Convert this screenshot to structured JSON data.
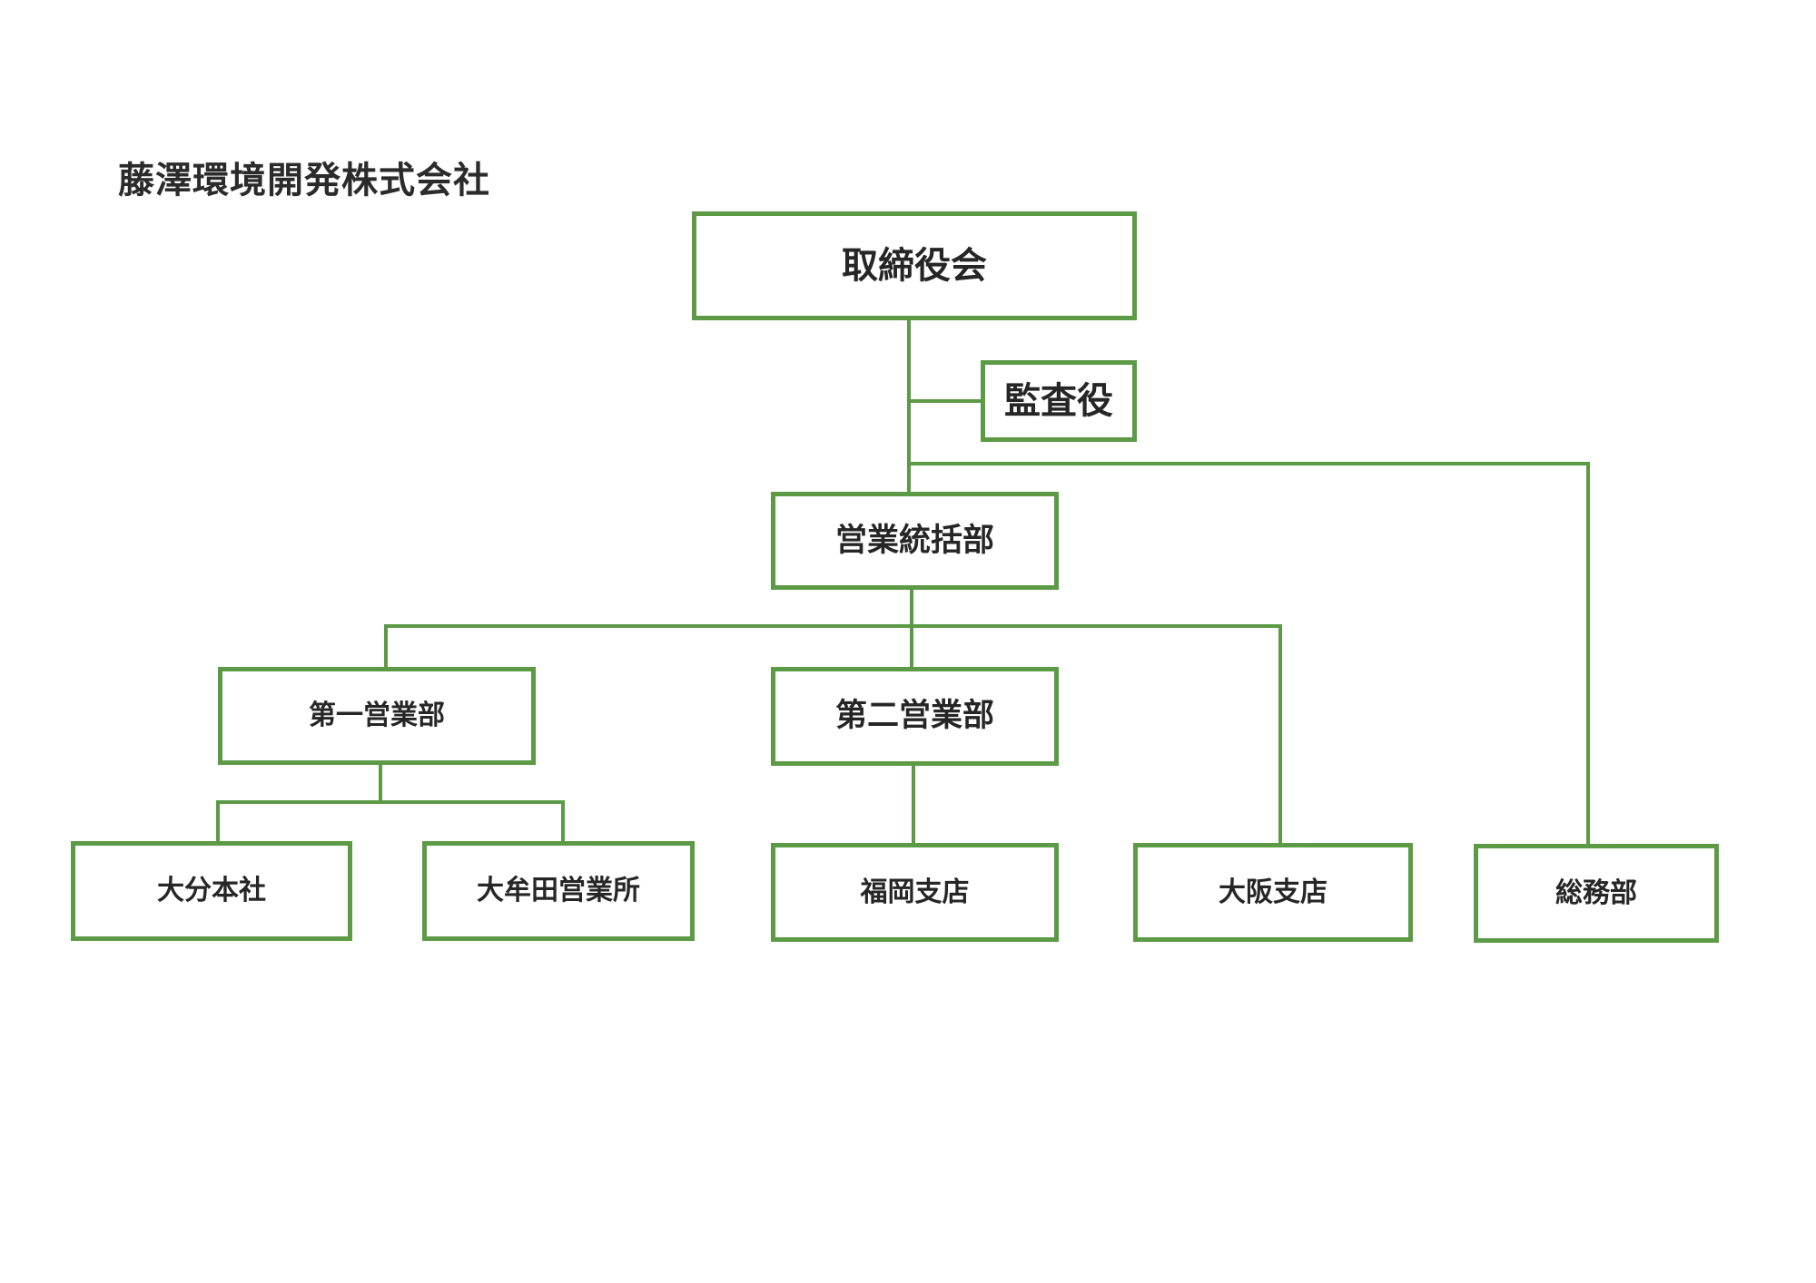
{
  "company": {
    "name": "藤澤環境開発株式会社"
  },
  "theme": {
    "line_color": "#5c9a46",
    "text_color": "#262626"
  },
  "org": {
    "board": "取締役会",
    "auditor": "監査役",
    "sales_hq": "営業統括部",
    "sales_1": "第一営業部",
    "sales_2": "第二営業部",
    "oita": "大分本社",
    "omuta": "大牟田営業所",
    "fukuoka": "福岡支店",
    "osaka": "大阪支店",
    "general_affairs": "総務部"
  }
}
